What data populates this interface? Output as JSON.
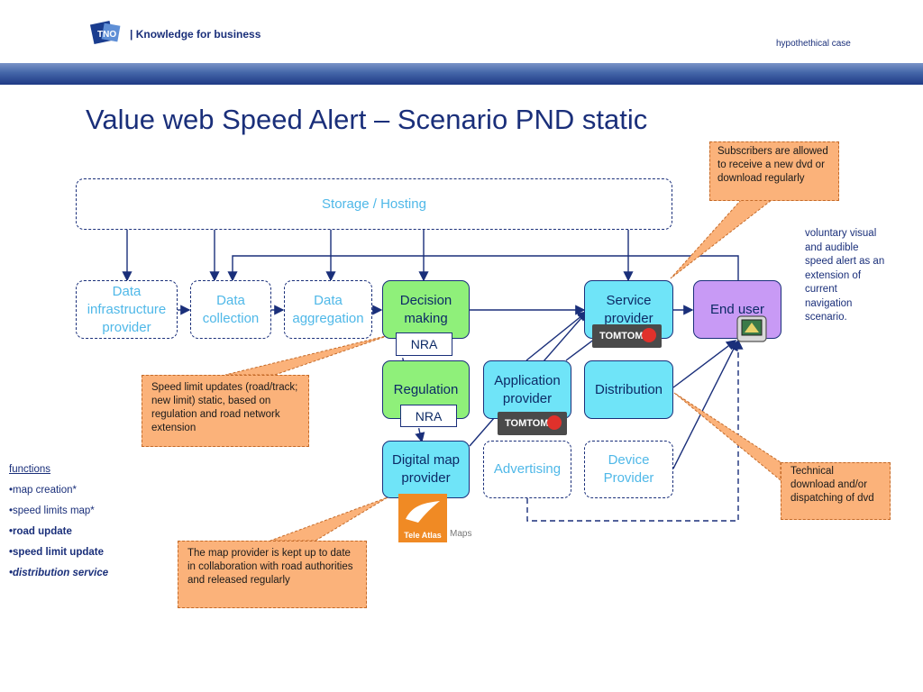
{
  "header": {
    "tagline": "| Knowledge for business",
    "case_label": "hypothethical case",
    "logo_text": "TNO"
  },
  "title": "Value web Speed Alert – Scenario PND static",
  "nodes": {
    "storage": "Storage / Hosting",
    "data_infra": "Data infrastructure provider",
    "data_collection": "Data collection",
    "data_aggregation": "Data aggregation",
    "decision_making": "Decision making",
    "service_provider": "Service provider",
    "end_user": "End user",
    "regulation": "Regulation",
    "application_provider": "Application provider",
    "distribution": "Distribution",
    "digital_map_provider": "Digital map provider",
    "advertising": "Advertising",
    "device_provider": "Device Provider"
  },
  "tags": {
    "nra_1": "NRA",
    "nra_2": "NRA"
  },
  "logos": {
    "tomtom": "TOMTOM",
    "teleatlas": "Tele Atlas",
    "teleatlas_maps": "Maps"
  },
  "callouts": {
    "subscribers": "Subscribers are allowed to receive a new dvd or download regularly",
    "speed_limit": "Speed limit updates (road/track; new limit) static, based on regulation and road network extension",
    "technical": "Technical download and/or dispatching of dvd",
    "map_provider": "The map provider is kept up to date in collaboration with road authorities and released regularly"
  },
  "note": "voluntary visual and audible speed alert as an extension of current navigation scenario.",
  "functions": {
    "heading": "functions",
    "items": [
      "•map creation*",
      "•speed limits map*",
      "•road update",
      "•speed limit update",
      "•distribution service"
    ]
  },
  "colors": {
    "navy": "#1a2f7a",
    "cyan_fill": "#6fe4f8",
    "green_fill": "#8ff07a",
    "purple_fill": "#c89af5",
    "callout_fill": "#fbb27a",
    "dashed_text": "#4fb8e8"
  }
}
